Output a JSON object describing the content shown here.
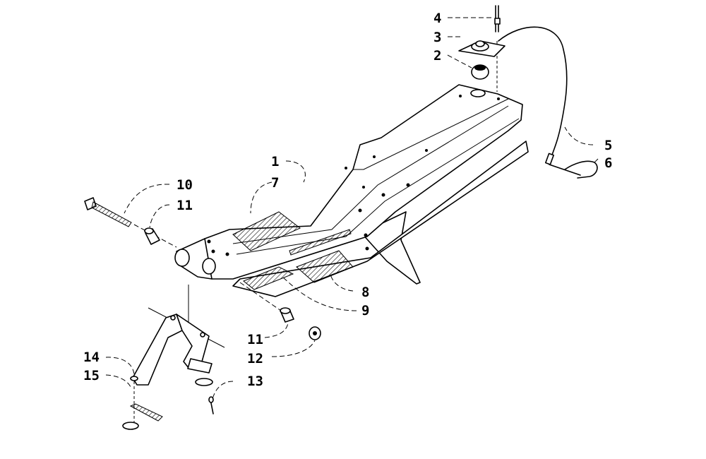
{
  "callouts": [
    {
      "id": "1",
      "text": "1"
    },
    {
      "id": "2",
      "text": "2"
    },
    {
      "id": "3",
      "text": "3"
    },
    {
      "id": "4",
      "text": "4"
    },
    {
      "id": "5",
      "text": "5"
    },
    {
      "id": "6",
      "text": "6"
    },
    {
      "id": "7",
      "text": "7"
    },
    {
      "id": "8",
      "text": "8"
    },
    {
      "id": "9",
      "text": "9"
    },
    {
      "id": "10",
      "text": "10"
    },
    {
      "id": "11a",
      "text": "11"
    },
    {
      "id": "11b",
      "text": "11"
    },
    {
      "id": "12",
      "text": "12"
    },
    {
      "id": "13",
      "text": "13"
    },
    {
      "id": "14",
      "text": "14"
    },
    {
      "id": "15",
      "text": "15"
    }
  ]
}
